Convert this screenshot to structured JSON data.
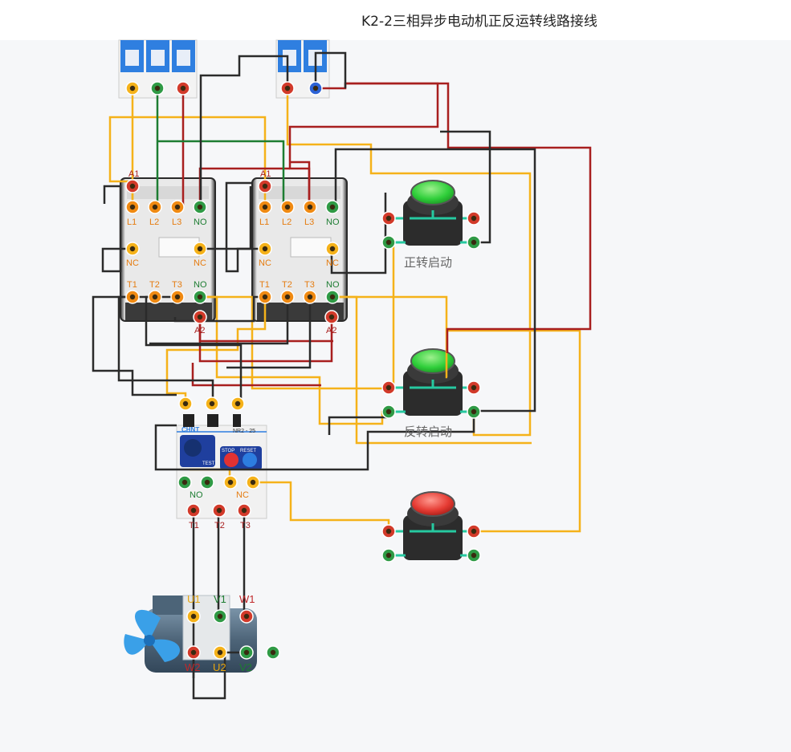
{
  "title": "K2-2三相异步电动机正反运转线路接线",
  "contactor1": {
    "a1": "A1",
    "a2": "A2",
    "l1": "L1",
    "l2": "L2",
    "l3": "L3",
    "no_top": "NO",
    "nc_left": "NC",
    "nc_right": "NC",
    "t1": "T1",
    "t2": "T2",
    "t3": "T3",
    "no_bottom": "NO"
  },
  "contactor2": {
    "a1": "A1",
    "a2": "A2",
    "l1": "L1",
    "l2": "L2",
    "l3": "L3",
    "no_top": "NO",
    "nc_left": "NC",
    "nc_right": "NC",
    "t1": "T1",
    "t2": "T2",
    "t3": "T3",
    "no_bottom": "NO"
  },
  "buttons": {
    "forward": "正转启动",
    "reverse": "反转启动"
  },
  "relay": {
    "brand": "CHNT",
    "model": "NR2 - 25",
    "test": "TEST",
    "stop": "STOP",
    "reset": "RESET",
    "no": "NO",
    "nc": "NC",
    "t1": "T1",
    "t2": "T2",
    "t3": "T3"
  },
  "motor": {
    "u1": "U1",
    "v1": "V1",
    "w1": "W1",
    "w2": "W2",
    "u2": "U2",
    "v2": "V2"
  },
  "colors": {
    "red": "#a81f1f",
    "yellow": "#f5b21a",
    "green": "#1d7d32",
    "black": "#2b2b2b",
    "orange": "#f08a12",
    "terminal_red": "#d23a2a",
    "terminal_green": "#2f9a45",
    "blue_breaker": "#2d7de0"
  }
}
